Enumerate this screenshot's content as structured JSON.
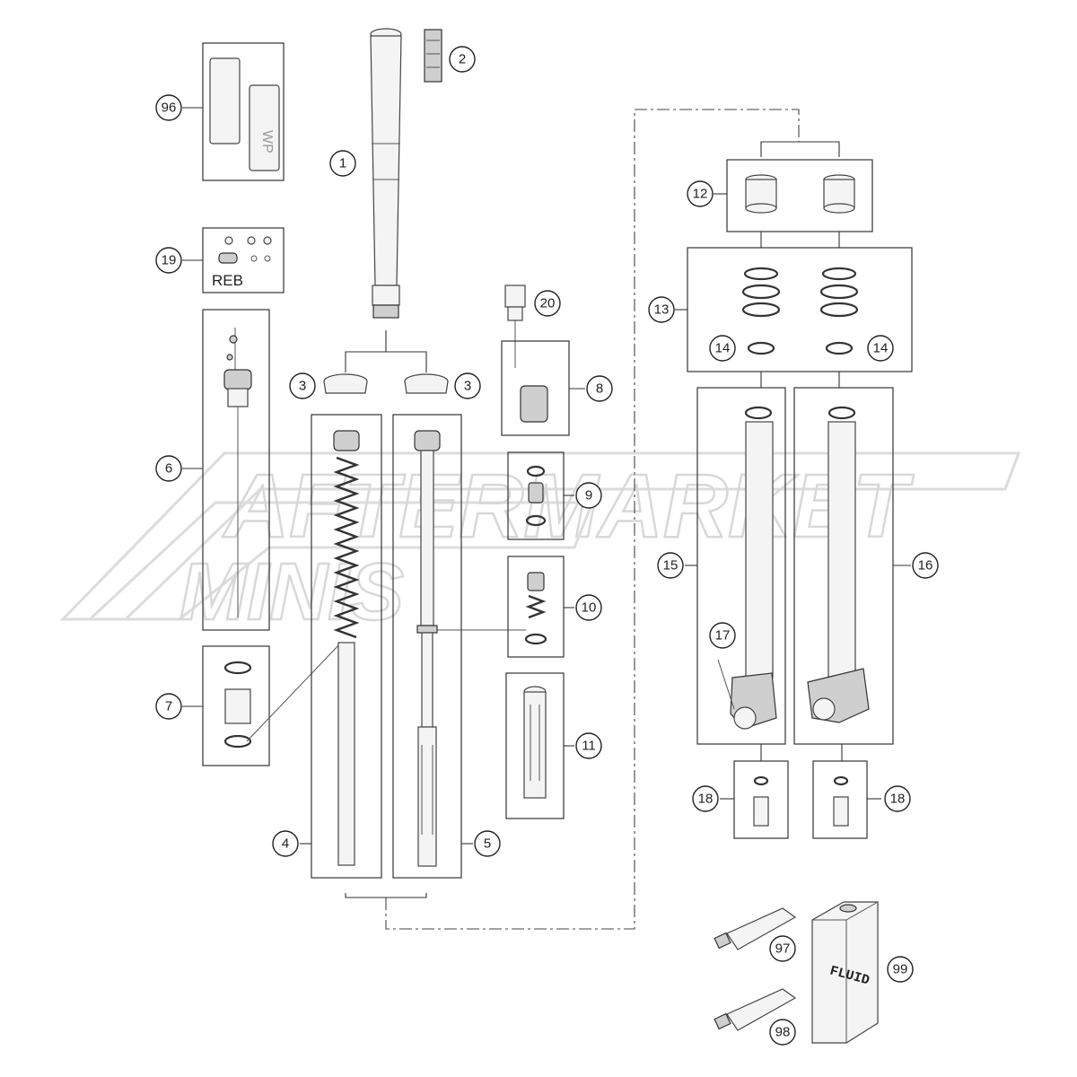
{
  "callouts": {
    "c1": "1",
    "c2": "2",
    "c3a": "3",
    "c3b": "3",
    "c4": "4",
    "c5": "5",
    "c6": "6",
    "c7": "7",
    "c8": "8",
    "c9": "9",
    "c10": "10",
    "c11": "11",
    "c12": "12",
    "c13": "13",
    "c14a": "14",
    "c14b": "14",
    "c15": "15",
    "c16": "16",
    "c17": "17",
    "c18a": "18",
    "c18b": "18",
    "c19": "19",
    "c20": "20",
    "c96": "96",
    "c97": "97",
    "c98": "98",
    "c99": "99"
  },
  "labels": {
    "reb": "REB",
    "fluid": "FLUID"
  },
  "watermark": {
    "line1": "AFTERMARKET",
    "line2": "MINIS"
  },
  "colors": {
    "line": "#333333",
    "watermark": "#d8d8d8",
    "background": "#ffffff"
  }
}
